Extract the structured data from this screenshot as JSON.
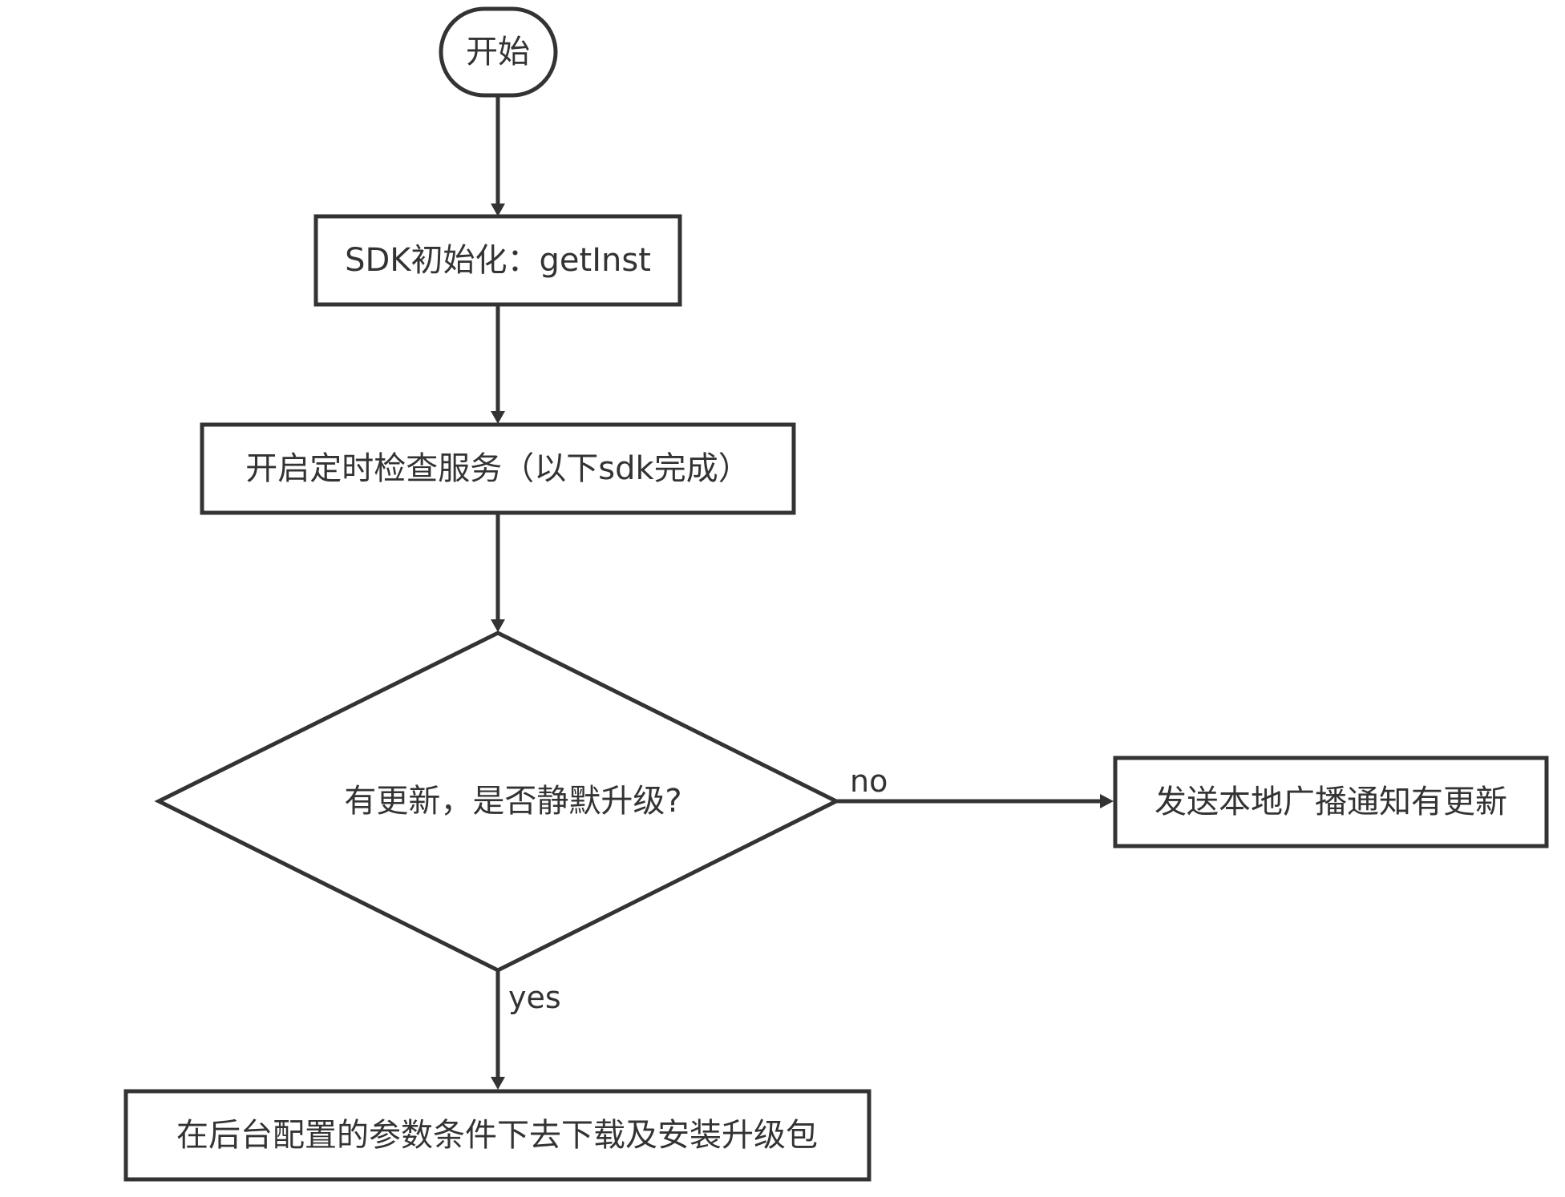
{
  "flowchart": {
    "nodes": {
      "start": {
        "label": "开始"
      },
      "sdk_init": {
        "label": "SDK初始化：getInst"
      },
      "check_service": {
        "label": "开启定时检查服务（以下sdk完成）"
      },
      "decision": {
        "label": "有更新，是否静默升级?"
      },
      "broadcast": {
        "label": "发送本地广播通知有更新"
      },
      "download_install": {
        "label": "在后台配置的参数条件下去下载及安装升级包"
      }
    },
    "edges": {
      "no_label": "no",
      "yes_label": "yes"
    }
  },
  "colors": {
    "stroke": "#333333",
    "text": "#333333",
    "background": "#ffffff"
  }
}
